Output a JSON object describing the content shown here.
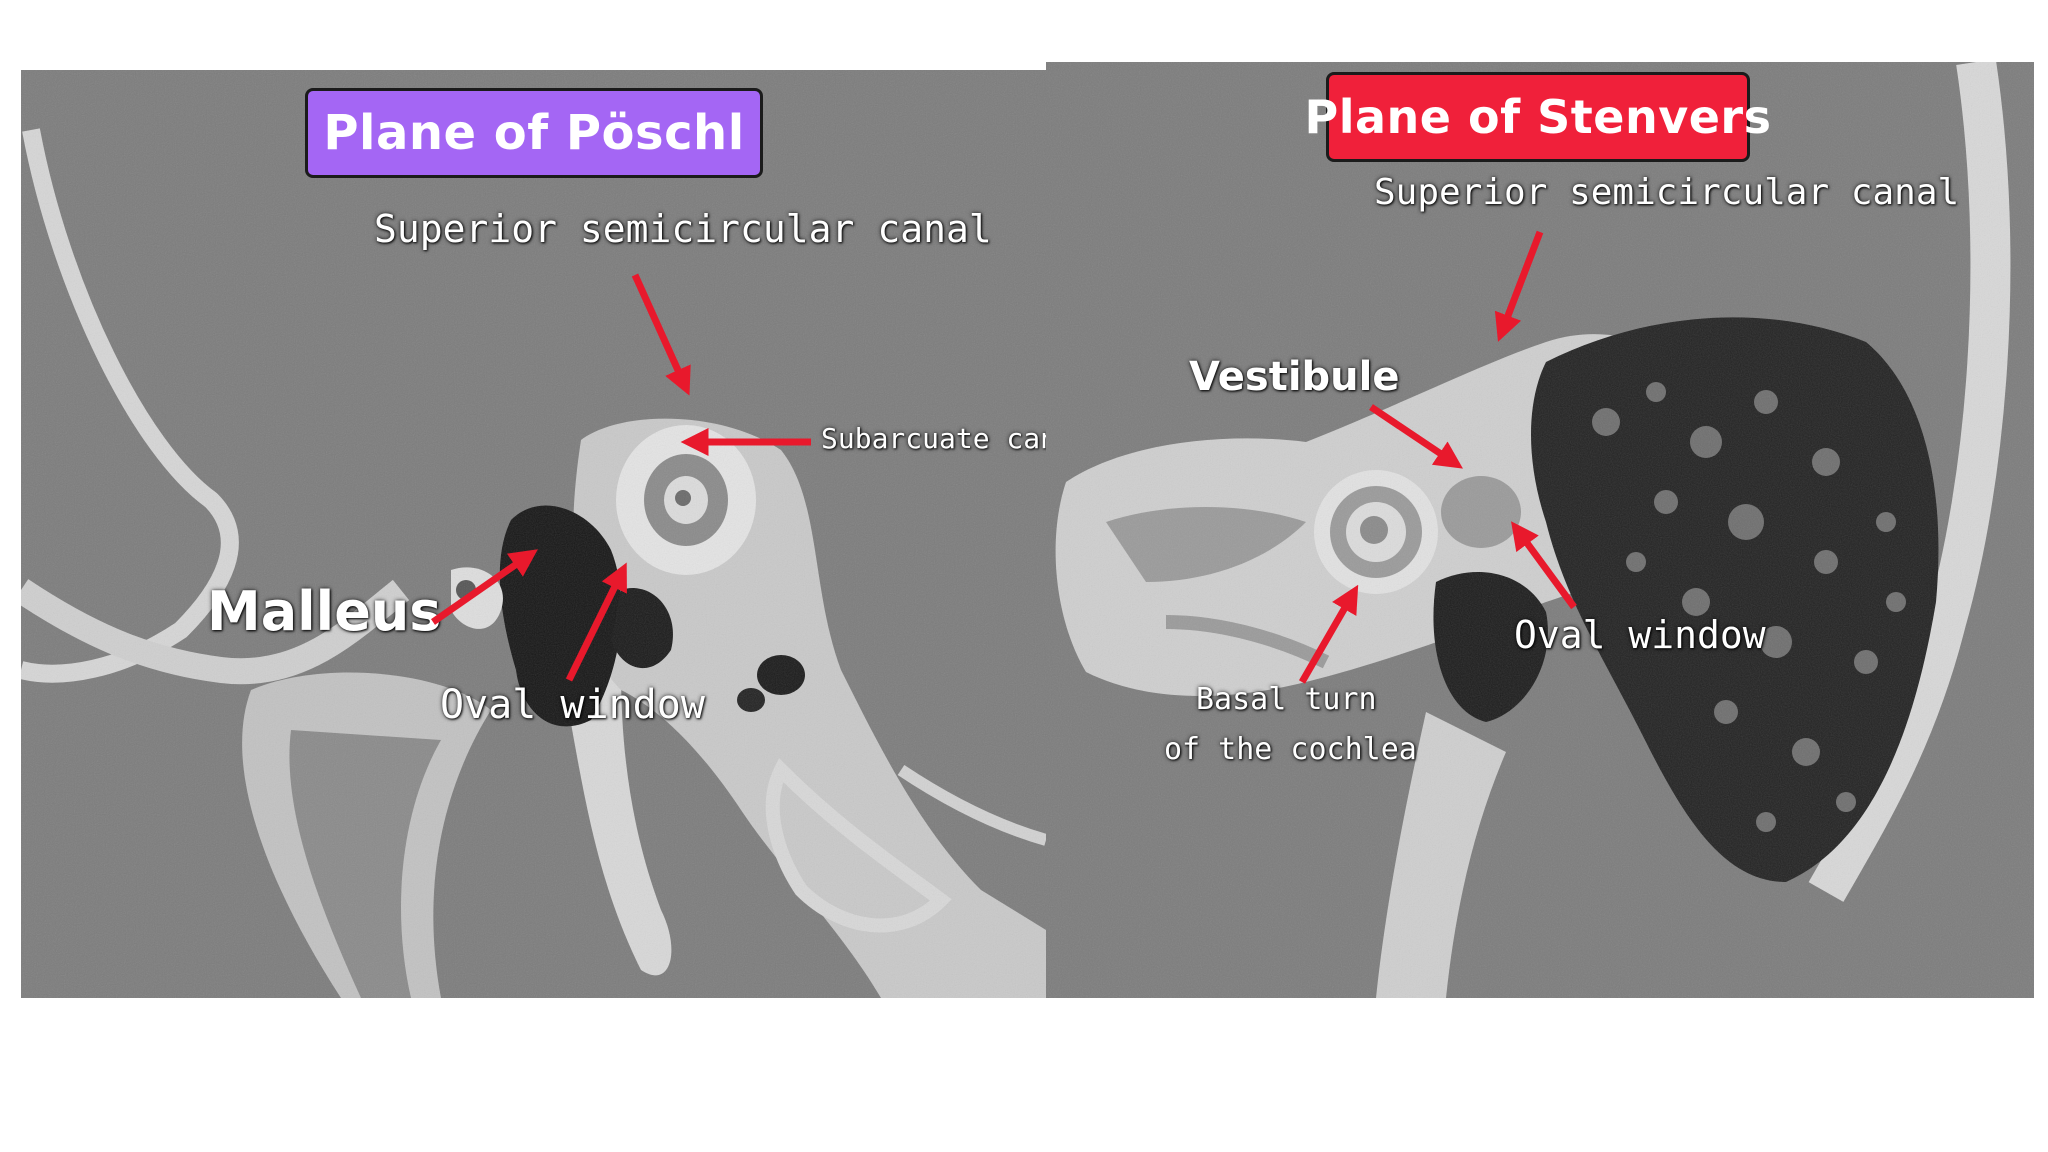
{
  "colors": {
    "background": "#ffffff",
    "scan_gray": "#7b7b7b",
    "bone": "#dcdcdc",
    "air": "#1a1a1a",
    "arrow_red": "#e8192c",
    "badge_purple": "#a466f4",
    "badge_red": "#f0203a"
  },
  "left_panel": {
    "title": "Plane of Pöschl",
    "labels": {
      "superior_canal": "Superior semicircular canal",
      "subarcuate_canal": "Subarcuate canal",
      "malleus": "Malleus",
      "oval_window": "Oval window"
    }
  },
  "right_panel": {
    "title": "Plane of Stenvers",
    "labels": {
      "superior_canal": "Superior semicircular canal",
      "vestibule": "Vestibule",
      "oval_window": "Oval window",
      "basal_turn_line1": "Basal turn",
      "basal_turn_line2": "of the cochlea"
    }
  }
}
